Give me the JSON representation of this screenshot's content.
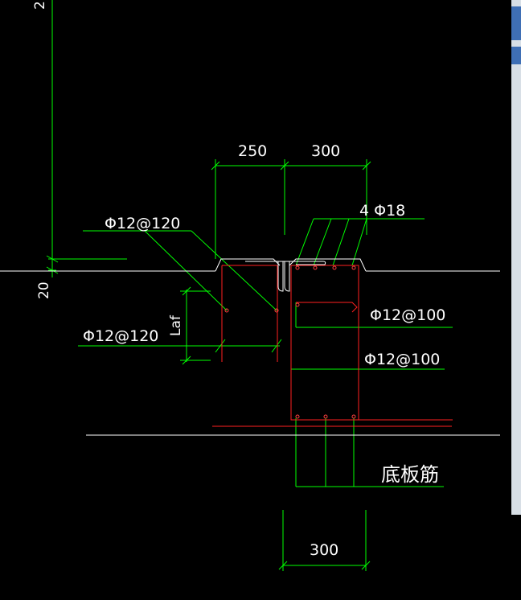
{
  "drawing": {
    "dim_top_left": "250",
    "dim_top_right": "300",
    "dim_bottom": "300",
    "dim_vertical_top": "2",
    "dim_vertical_20": "20",
    "label_4phi18": "4 Φ18",
    "label_phi12_120_top": "Φ12@120",
    "label_phi12_120_left": "Φ12@120",
    "label_phi12_100_a": "Φ12@100",
    "label_phi12_100_b": "Φ12@100",
    "label_laf": "Laf",
    "label_bottom_rebar": "底板筋"
  },
  "colors": {
    "background": "#000000",
    "dimension": "#00ff00",
    "rebar": "#ff2020",
    "outline": "#ffffff",
    "panel_blue": "#3f6fb5",
    "panel_gray": "#d8dfe6"
  }
}
